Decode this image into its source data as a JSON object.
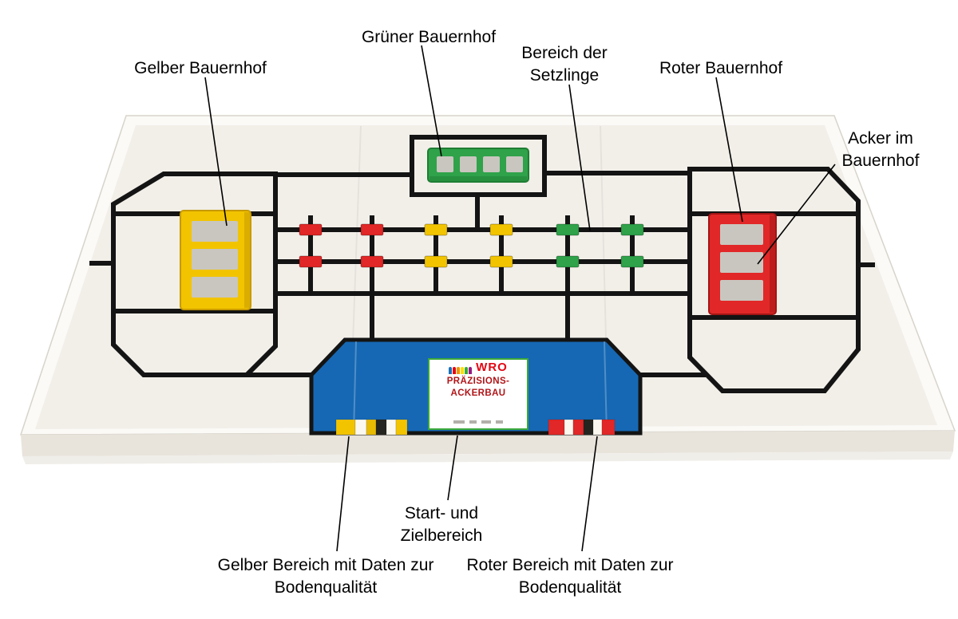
{
  "annotations": [
    {
      "id": "yellow-farm",
      "label": "Gelber Bauernhof"
    },
    {
      "id": "green-farm",
      "label": "Grüner Bauernhof"
    },
    {
      "id": "seedling-area",
      "label": "Bereich der Setzlinge"
    },
    {
      "id": "red-farm",
      "label": "Roter Bauernhof"
    },
    {
      "id": "farm-field",
      "label": "Acker im Bauernhof"
    },
    {
      "id": "start-finish",
      "label": "Start- und Zielbereich"
    },
    {
      "id": "yellow-soil-data",
      "label": "Gelber Bereich mit Daten zur Bodenqualität"
    },
    {
      "id": "red-soil-data",
      "label": "Roter Bereich mit Daten zur Bodenqualität"
    }
  ],
  "sign": {
    "logo_text": "WRO",
    "title_line1": "PRÄZISIONS-",
    "title_line2": "ACKERBAU",
    "figure_colors": [
      "#1d71b8",
      "#e30613",
      "#f39200",
      "#ffde00",
      "#3aaa35",
      "#951b81"
    ]
  },
  "colors": {
    "track": "#141414",
    "mat": "#f2efe9",
    "tray": "#fbfaf7",
    "board_edge": "#e8e4dc",
    "yellow": "#f2c400",
    "yellow_dark": "#c89a00",
    "red": "#e12727",
    "red_dark": "#a31515",
    "green": "#2fa24a",
    "green_dark": "#1f7d33",
    "blue": "#1668b4",
    "cell_gray": "#c9c6bf",
    "sign_border": "#3aa83a",
    "wro_red": "#e30613",
    "title_red": "#b01518"
  },
  "soil_blocks": {
    "yellow": [
      "#f2c400",
      "#fbf8ef",
      "#e8ba00",
      "#26241f",
      "#fbf8ef",
      "#f2c400"
    ],
    "red": [
      "#e12727",
      "#fbf8ef",
      "#e12727",
      "#26241f",
      "#fbf8ef",
      "#e12727"
    ]
  }
}
